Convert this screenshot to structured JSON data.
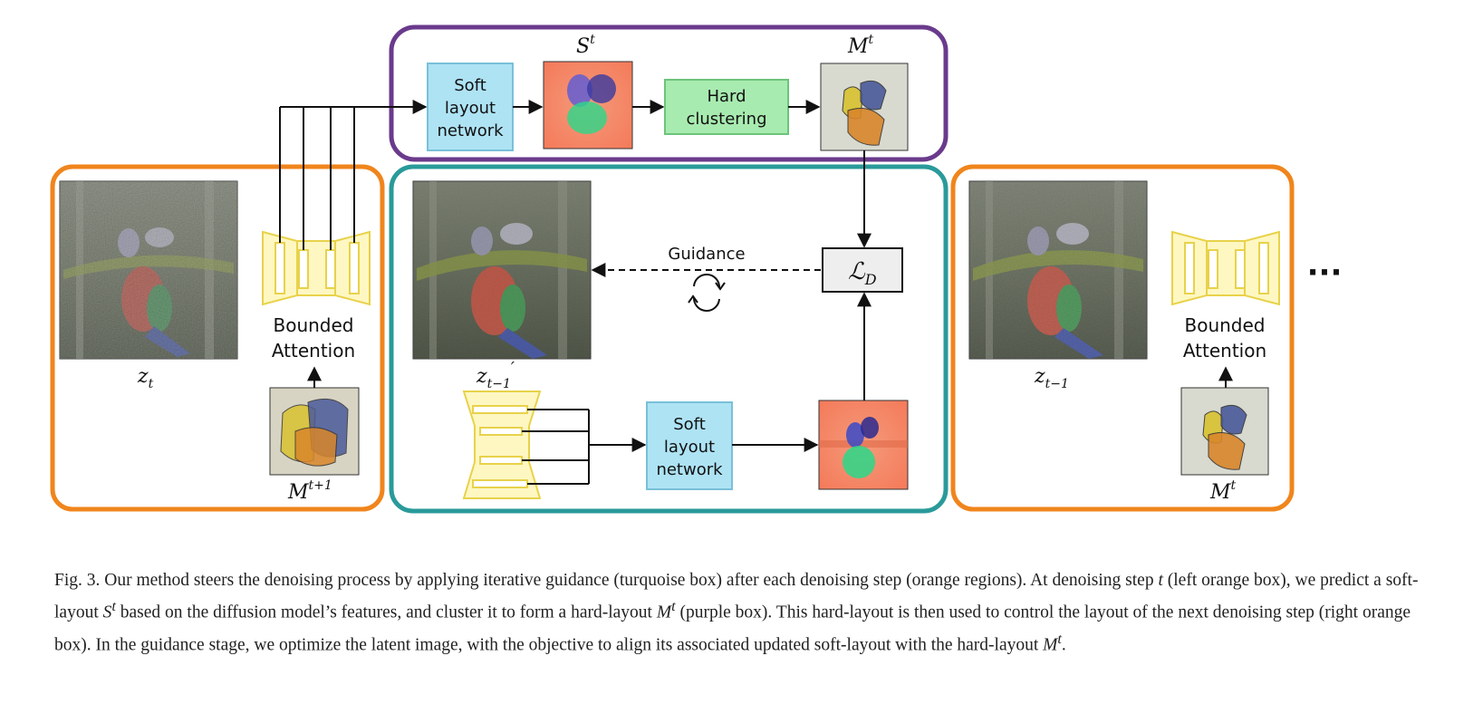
{
  "labels": {
    "soft_layout_top": [
      "Soft",
      "layout",
      "network"
    ],
    "soft_layout_bottom": [
      "Soft",
      "layout",
      "network"
    ],
    "hard_clustering": [
      "Hard",
      "clustering"
    ],
    "bounded_attention_left": [
      "Bounded",
      "Attention"
    ],
    "bounded_attention_right": [
      "Bounded",
      "Attention"
    ],
    "guidance": "Guidance",
    "ellipsis": "···",
    "s_t": "S",
    "s_t_sup": "t",
    "m_t": "M",
    "m_t_sup": "t",
    "z_t": "z",
    "z_t_sub": "t",
    "z_t1_prime": "z",
    "z_t1_prime_sub": "t−1",
    "z_t1_prime_mark": "′",
    "z_t1": "z",
    "z_t1_sub": "t−1",
    "m_t1": "M",
    "m_t1_sup": "t+1",
    "m_t_right": "M",
    "m_t_right_sup": "t",
    "loss": "ℒ",
    "loss_sub": "D"
  },
  "colors": {
    "orange": "#f0851c",
    "purple": "#6a3a8c",
    "teal": "#2a9a9a",
    "soft_layout_fill": "#aee3f4",
    "hard_clustering_fill": "#a8ebb0",
    "unet_fill": "#fff7c2",
    "unet_stroke": "#e8d24a"
  },
  "caption": {
    "fig": "Fig. 3.",
    "text_1": "Our method steers the denoising process by applying iterative guidance (turquoise box) after each denoising step (orange regions). At denoising step ",
    "var_t1": "t",
    "text_2": " (left orange box), we predict a soft-layout ",
    "var_S": "S",
    "sup_S": "t",
    "text_3": " based on the diffusion model’s features, and cluster it to form a hard-layout ",
    "var_M1": "M",
    "sup_M1": "t",
    "text_4": " (purple box). This hard-layout is then used to control the layout of the next denoising step (right orange box). In the guidance stage, we optimize the latent image, with the objective to align its associated updated soft-layout with the hard-layout ",
    "var_M2": "M",
    "sup_M2": "t",
    "text_5": "."
  }
}
